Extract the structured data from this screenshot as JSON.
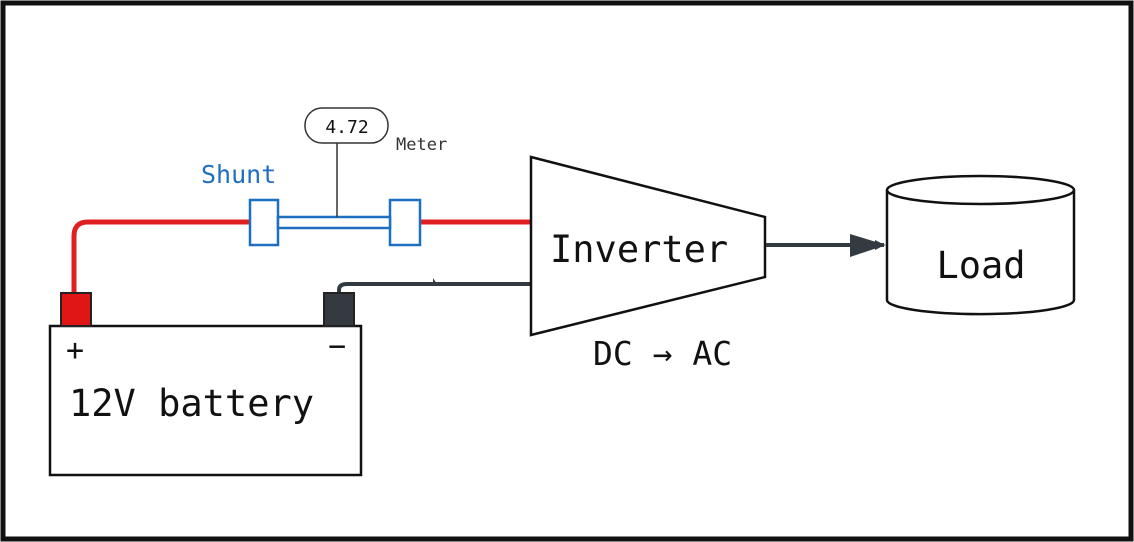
{
  "colors": {
    "positive_wire": "#e02020",
    "negative_wire": "#333a42",
    "shunt": "#1f6fc0",
    "outline": "#111111",
    "terminal_positive": "#e01515",
    "terminal_negative": "#343a40"
  },
  "labels": {
    "meter_value": "4.72",
    "meter_label": "Meter",
    "shunt_label": "Shunt",
    "inverter_label": "Inverter",
    "conversion_label": "DC → AC",
    "load_label": "Load",
    "battery_label": "12V battery",
    "battery_positive_sign": "+",
    "battery_negative_sign": "−"
  }
}
